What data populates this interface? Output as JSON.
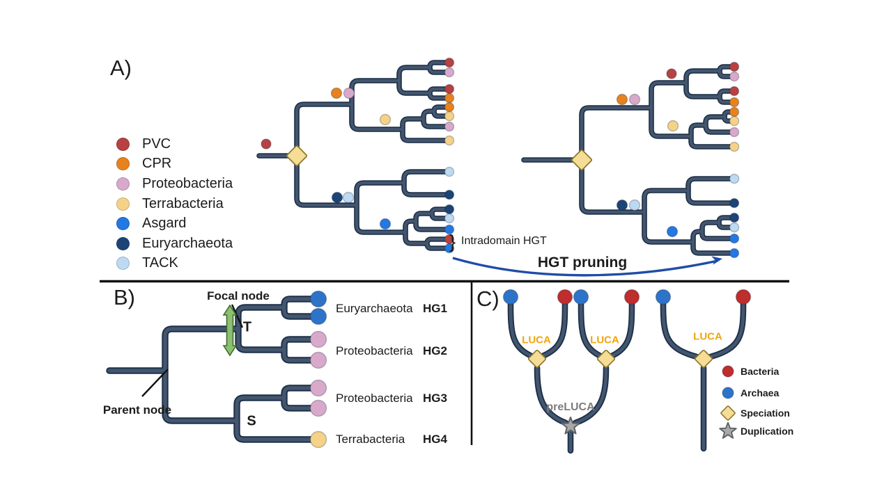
{
  "colors": {
    "pvc": "#b84141",
    "cpr": "#e8821f",
    "proteobacteria": "#d9a9cb",
    "terrabacteria": "#f5d287",
    "asgard": "#2478e2",
    "euryarchaeota": "#1d4477",
    "tack": "#bedaf2",
    "bacteria_red": "#bf2d2d",
    "archaea_blue": "#2d74c9",
    "diamond_fill": "#f6dd96",
    "diamond_stroke": "#8d7732",
    "star_fill": "#a9a9a9",
    "star_stroke": "#5f6368",
    "luca_text": "#f2a50c",
    "preluca_text": "#7d7d7d",
    "hgt_arrow": "#1f4da6",
    "green_arrow_fill": "#8cbf70",
    "green_arrow_stroke": "#3f6b2e"
  },
  "panel_a": {
    "label": "A)",
    "legend": [
      {
        "label": "PVC",
        "color": "pvc"
      },
      {
        "label": "CPR",
        "color": "cpr"
      },
      {
        "label": "Proteobacteria",
        "color": "proteobacteria"
      },
      {
        "label": "Terrabacteria",
        "color": "terrabacteria"
      },
      {
        "label": "Asgard",
        "color": "asgard"
      },
      {
        "label": "Euryarchaeota",
        "color": "euryarchaeota"
      },
      {
        "label": "TACK",
        "color": "tack"
      }
    ],
    "intradomain_brace": "}",
    "intradomain_label": "Intradomain HGT",
    "hgt_pruning_label": "HGT pruning",
    "tree_before": {
      "description": "Gene tree before HGT pruning; tip taxa listed top to bottom",
      "tips": [
        "pvc",
        "proteobacteria",
        "pvc",
        "cpr",
        "cpr",
        "terrabacteria",
        "proteobacteria",
        "terrabacteria",
        "tack",
        "euryarchaeota",
        "euryarchaeota",
        "tack",
        "asgard",
        "pvc",
        "asgard"
      ],
      "internal_dots": [
        "pvc",
        "cpr",
        "proteobacteria",
        "terrabacteria",
        "euryarchaeota",
        "tack",
        "asgard"
      ]
    },
    "tree_after": {
      "description": "Gene tree after HGT pruning; tip taxa listed top to bottom",
      "tips": [
        "pvc",
        "proteobacteria",
        "pvc",
        "cpr",
        "cpr",
        "terrabacteria",
        "proteobacteria",
        "terrabacteria",
        "tack",
        "euryarchaeota",
        "euryarchaeota",
        "tack",
        "asgard",
        "asgard"
      ],
      "internal_dots": [
        "cpr",
        "proteobacteria",
        "pvc",
        "terrabacteria",
        "euryarchaeota",
        "tack",
        "asgard"
      ]
    }
  },
  "panel_b": {
    "label": "B)",
    "focal_node_label": "Focal node",
    "parent_node_label": "Parent node",
    "transfer_label": "T",
    "speciation_label": "S",
    "tips": [
      "archaea_blue",
      "archaea_blue",
      "proteobacteria",
      "proteobacteria",
      "proteobacteria",
      "proteobacteria",
      "terrabacteria"
    ],
    "homology_groups": [
      {
        "taxon": "Euryarchaeota",
        "hg": "HG1"
      },
      {
        "taxon": "Proteobacteria",
        "hg": "HG2"
      },
      {
        "taxon": "Proteobacteria",
        "hg": "HG3"
      },
      {
        "taxon": "Terrabacteria",
        "hg": "HG4"
      }
    ]
  },
  "panel_c": {
    "label": "C)",
    "luca_label": "LUCA",
    "preluca_label": "preLUCA",
    "tips": [
      "archaea_blue",
      "bacteria_red",
      "archaea_blue",
      "bacteria_red",
      "archaea_blue",
      "bacteria_red"
    ],
    "legend": [
      {
        "label": "Bacteria",
        "color": "bacteria_red",
        "marker": "circle"
      },
      {
        "label": "Archaea",
        "color": "archaea_blue",
        "marker": "circle"
      },
      {
        "label": "Speciation",
        "color": "diamond_fill",
        "marker": "diamond"
      },
      {
        "label": "Duplication",
        "color": "star_fill",
        "marker": "star"
      }
    ]
  }
}
